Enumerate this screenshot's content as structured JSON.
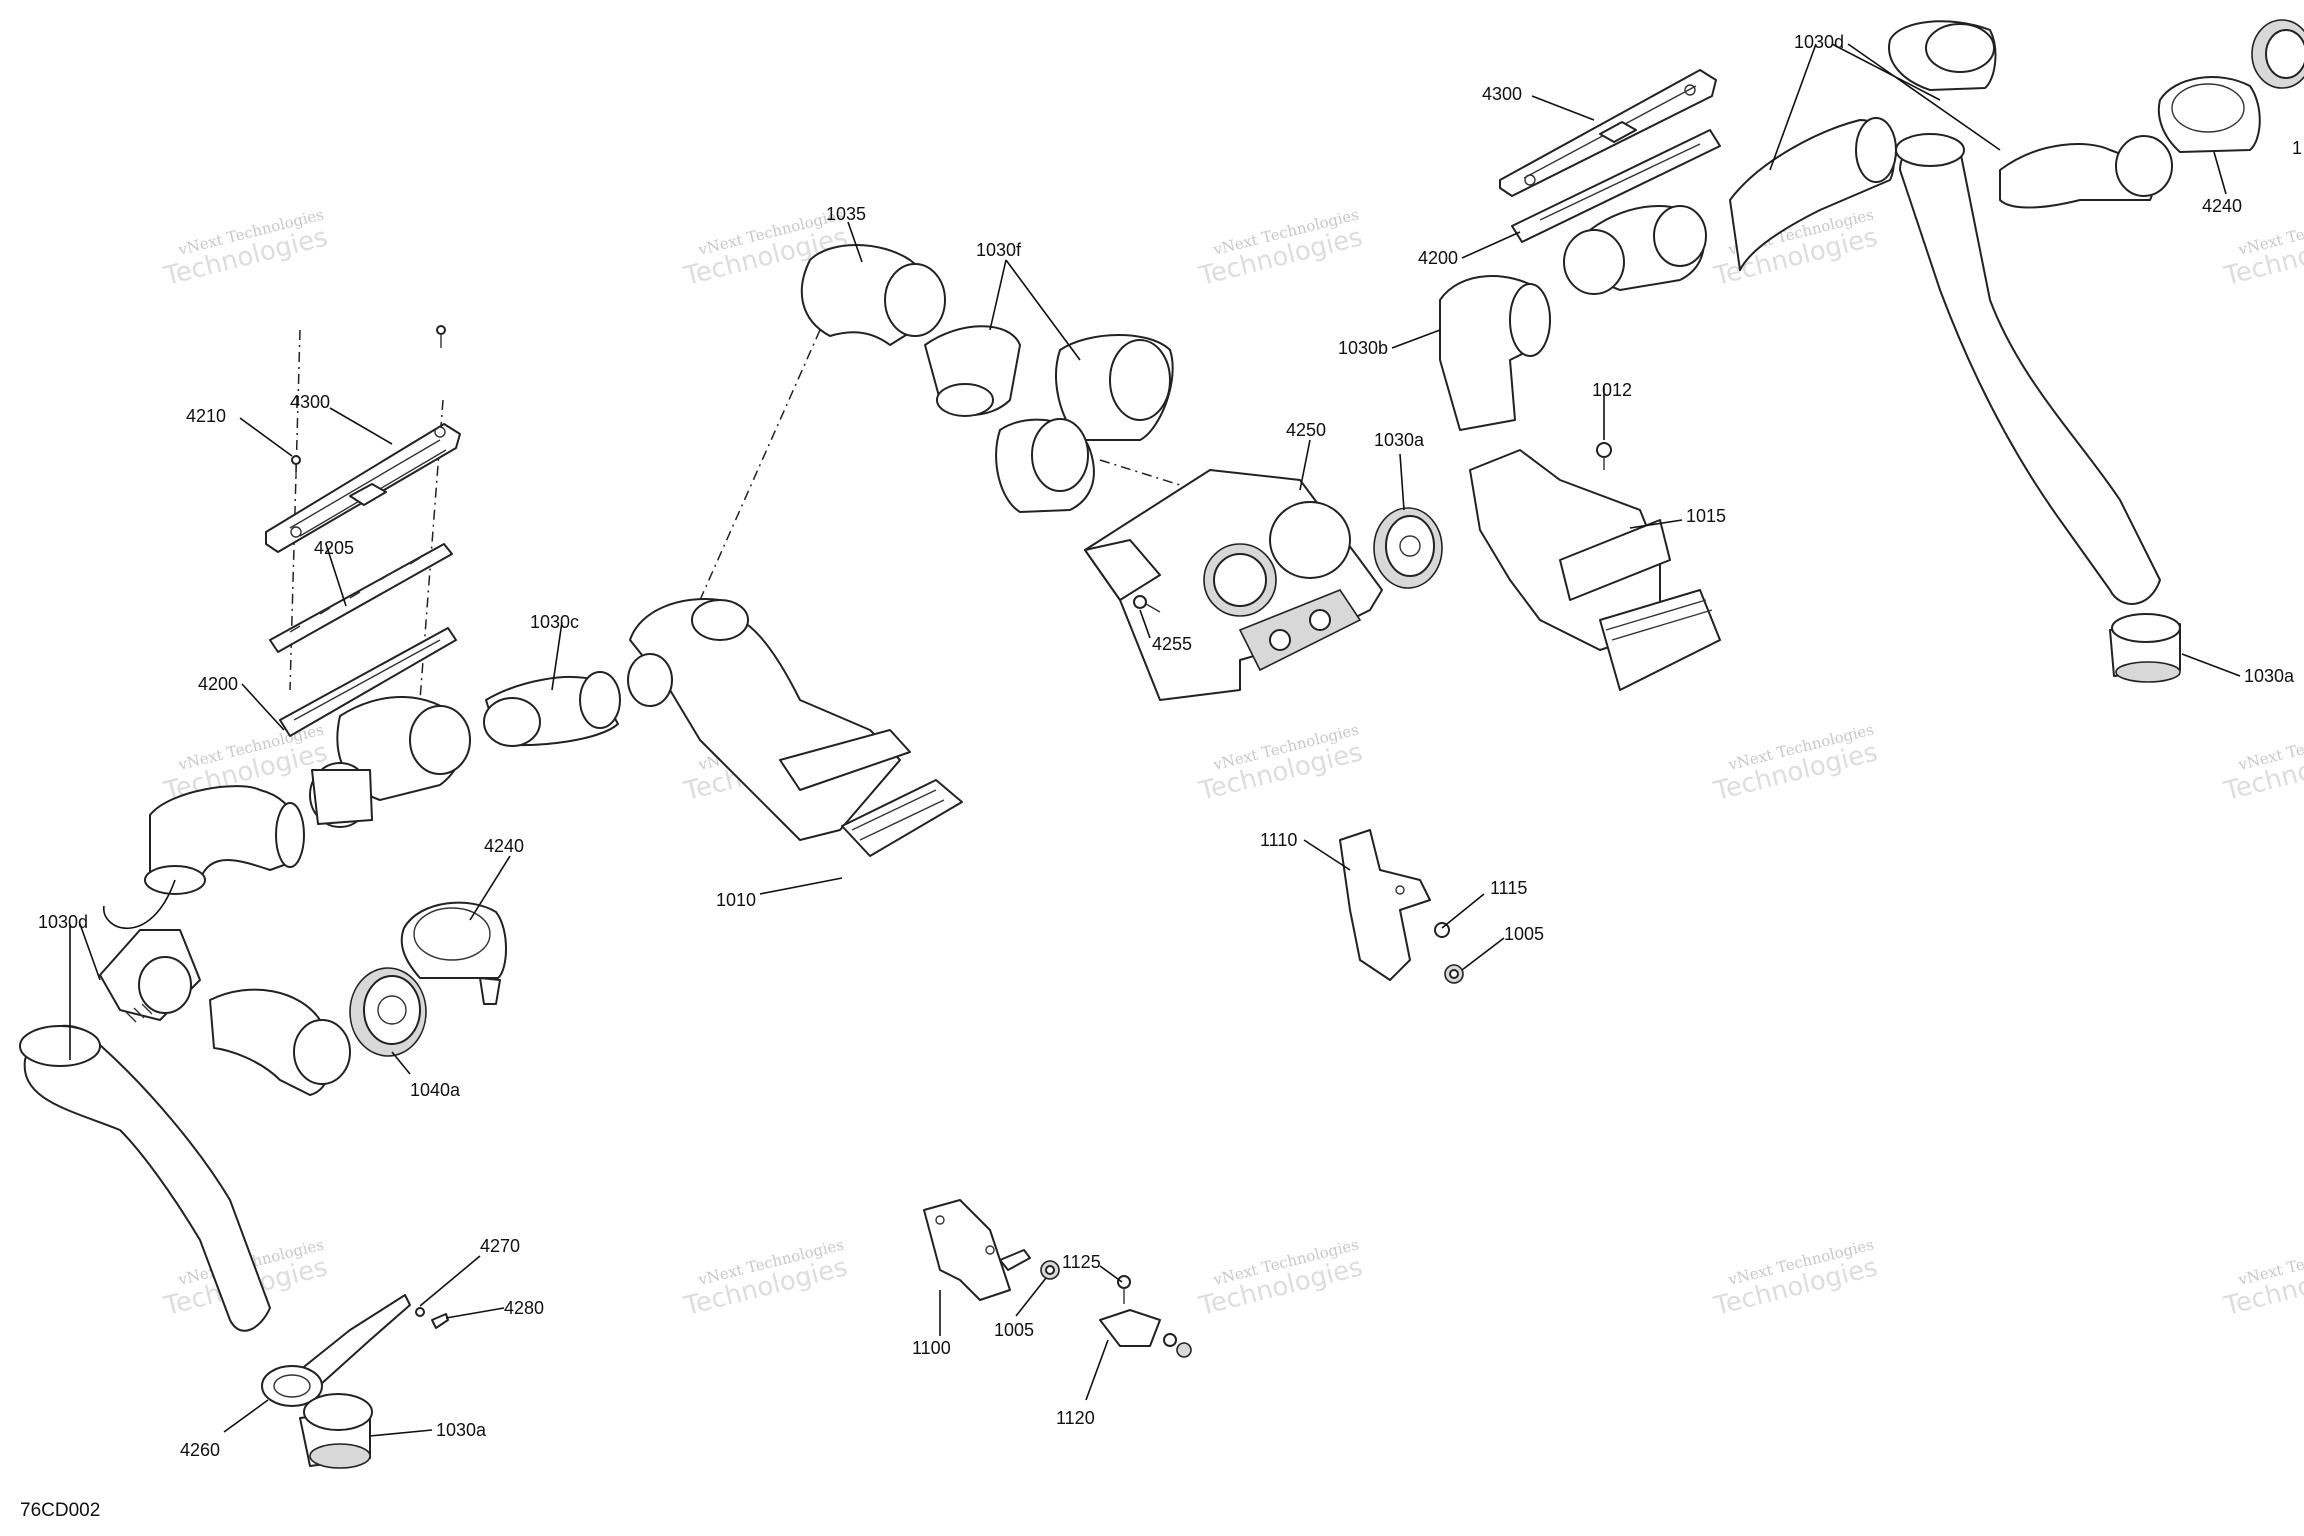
{
  "diagram": {
    "reference_code": "76CD002",
    "watermark": {
      "line1": "vNext Technologies",
      "line2": "Technologies"
    },
    "callouts": [
      {
        "id": "c-4210",
        "text": "4210"
      },
      {
        "id": "c-4300-l",
        "text": "4300"
      },
      {
        "id": "c-4205",
        "text": "4205"
      },
      {
        "id": "c-4200-l",
        "text": "4200"
      },
      {
        "id": "c-1030c",
        "text": "1030c"
      },
      {
        "id": "c-4240-l",
        "text": "4240"
      },
      {
        "id": "c-1030d-l",
        "text": "1030d"
      },
      {
        "id": "c-1040a",
        "text": "1040a"
      },
      {
        "id": "c-4270",
        "text": "4270"
      },
      {
        "id": "c-4280",
        "text": "4280"
      },
      {
        "id": "c-4260",
        "text": "4260"
      },
      {
        "id": "c-1030a-bl",
        "text": "1030a"
      },
      {
        "id": "c-1035",
        "text": "1035"
      },
      {
        "id": "c-1030f",
        "text": "1030f"
      },
      {
        "id": "c-1010",
        "text": "1010"
      },
      {
        "id": "c-4250",
        "text": "4250"
      },
      {
        "id": "c-1030a-mid",
        "text": "1030a"
      },
      {
        "id": "c-4255",
        "text": "4255"
      },
      {
        "id": "c-1030b",
        "text": "1030b"
      },
      {
        "id": "c-4300-r",
        "text": "4300"
      },
      {
        "id": "c-4200-r",
        "text": "4200"
      },
      {
        "id": "c-1012",
        "text": "1012"
      },
      {
        "id": "c-1015",
        "text": "1015"
      },
      {
        "id": "c-1030d-r",
        "text": "1030d"
      },
      {
        "id": "c-4240-r",
        "text": "4240"
      },
      {
        "id": "c-1-r",
        "text": "1"
      },
      {
        "id": "c-1030a-r",
        "text": "1030a"
      },
      {
        "id": "c-1110",
        "text": "1110"
      },
      {
        "id": "c-1115",
        "text": "1115"
      },
      {
        "id": "c-1005-r",
        "text": "1005"
      },
      {
        "id": "c-1100",
        "text": "1100"
      },
      {
        "id": "c-1005-b",
        "text": "1005"
      },
      {
        "id": "c-1125",
        "text": "1125"
      },
      {
        "id": "c-1120",
        "text": "1120"
      }
    ]
  }
}
